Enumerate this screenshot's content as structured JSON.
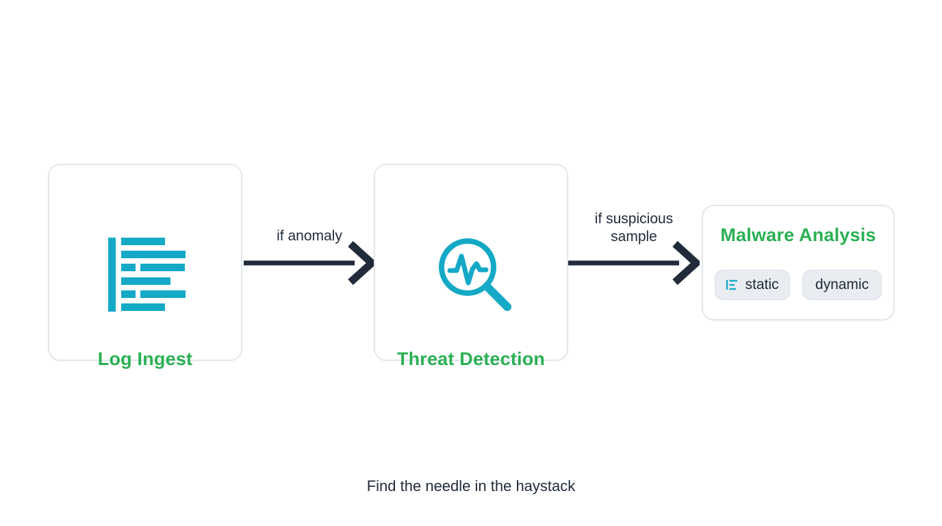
{
  "diagram": {
    "caption": "Find the needle in the haystack",
    "colors": {
      "accent_green": "#2ab053",
      "accent_teal": "#14a9c6",
      "text_dark": "#212b3a",
      "node_border": "#e3e7ed",
      "chip_background": "#e9ecf1",
      "chip_border": "#d9dee6",
      "background": "#ffffff"
    },
    "nodes": [
      {
        "title": "Log Ingest",
        "icon": "log-lines-icon"
      },
      {
        "title": "Threat Detection",
        "icon": "search-pulse-icon"
      },
      {
        "title": "Malware Analysis",
        "chips": [
          {
            "label": "static",
            "icon": "list-icon"
          },
          {
            "label": "dynamic"
          }
        ]
      }
    ],
    "edges": [
      {
        "from": "Log Ingest",
        "to": "Threat Detection",
        "label": "if anomaly"
      },
      {
        "from": "Threat Detection",
        "to": "Malware Analysis",
        "label": "if suspicious sample"
      }
    ]
  }
}
